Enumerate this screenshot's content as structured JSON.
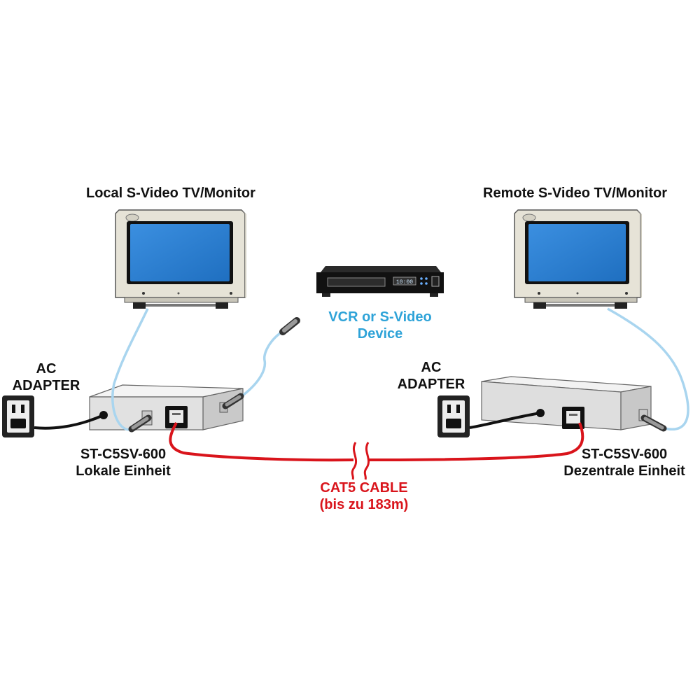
{
  "labels": {
    "local_monitor": "Local S-Video TV/Monitor",
    "remote_monitor": "Remote S-Video TV/Monitor",
    "vcr_line1": "VCR or S-Video",
    "vcr_line2": "Device",
    "ac_adapter_left_line1": "AC",
    "ac_adapter_left_line2": "ADAPTER",
    "ac_adapter_right_line1": "AC",
    "ac_adapter_right_line2": "ADAPTER",
    "local_unit_model": "ST-C5SV-600",
    "local_unit_name": "Lokale Einheit",
    "remote_unit_model": "ST-C5SV-600",
    "remote_unit_name": "Dezentrale Einheit",
    "cable_line1": "CAT5 CABLE",
    "cable_line2": "(bis zu 183m)"
  },
  "vcr_display": "10:00",
  "colors": {
    "svideo_cable": "#a9d5ef",
    "cat5_cable": "#d9141b",
    "power_cable": "#111111",
    "screen": "#2d7fd0",
    "monitor_case": "#e6e3d7",
    "unit_case": "#e4e4e4",
    "vcr_label": "#2ea3d8",
    "cable_label": "#d9141b"
  },
  "icons": [
    "monitor-icon",
    "vcr-icon",
    "power-outlet-icon",
    "extender-unit-icon",
    "rj45-port-icon",
    "svideo-connector-icon",
    "cable-break-icon"
  ]
}
